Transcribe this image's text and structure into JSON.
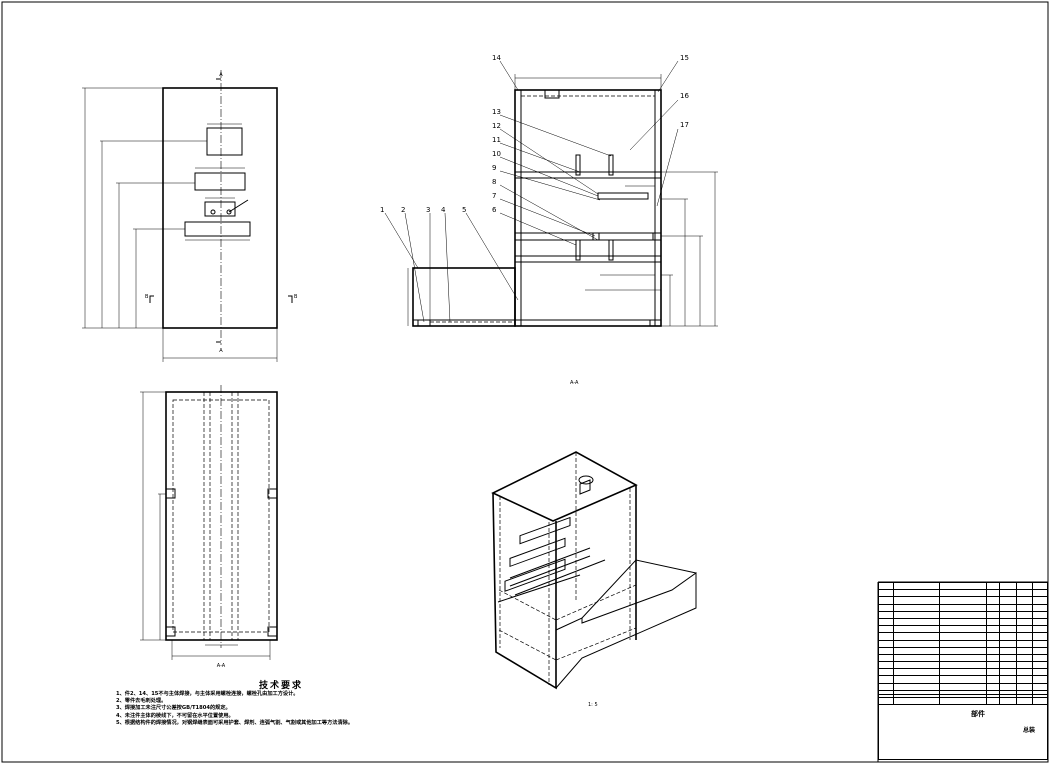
{
  "views": {
    "section_caption": "A-A",
    "bottom_caption": "A-A",
    "iso_scale": "1: 5"
  },
  "callouts": [
    "1",
    "2",
    "3",
    "4",
    "5",
    "6",
    "7",
    "8",
    "9",
    "10",
    "11",
    "12",
    "13",
    "14",
    "15",
    "16",
    "17"
  ],
  "section_marks": {
    "top_a": "A",
    "bottom_a": "A",
    "left_b": "B",
    "right_b": "B"
  },
  "technical_requirements": {
    "title": "技术要求",
    "items": [
      "1、件2、14、15不与主体焊接，与主体采用螺栓连接，螺栓孔由加工方设计。",
      "2、零件去毛刺处理。",
      "3、焊接加工未注尺寸公差按GB/T1804的规定。",
      "4、未注件主体的棱线下，不可留在水平位置使用。",
      "5、根据结构件的焊接情况，对钢焊缝表面可采用护套、焊剂、连弧气割、气割或其他加工等方法清除。"
    ]
  },
  "title_block": {
    "part_name": "部件",
    "drawing_title": "总装",
    "material": "",
    "code": ""
  },
  "bom_rows": 17
}
